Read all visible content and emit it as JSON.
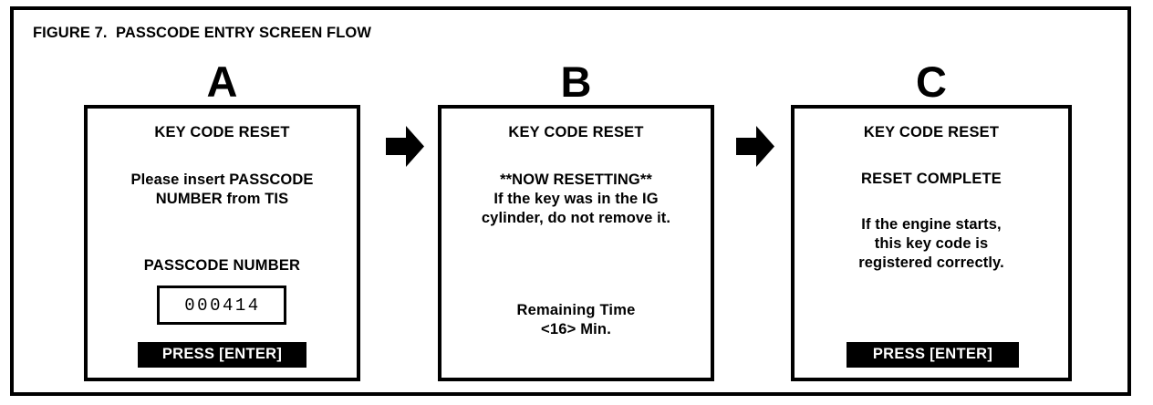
{
  "figure": {
    "title": "FIGURE 7.  PASSCODE ENTRY SCREEN FLOW"
  },
  "flow": {
    "arrow_ab_name": "arrow-right-icon",
    "arrow_bc_name": "arrow-right-icon"
  },
  "panels": [
    {
      "letter": "A",
      "screen_title": "KEY CODE RESET",
      "message": "Please insert PASSCODE\nNUMBER from TIS",
      "field_label": "PASSCODE NUMBER",
      "field_value": "000414",
      "button_label": "PRESS [ENTER]"
    },
    {
      "letter": "B",
      "screen_title": "KEY CODE RESET",
      "message": "**NOW RESETTING**\nIf the key was in the IG\ncylinder, do not remove it.",
      "status_label": "Remaining Time",
      "status_value": "<16> Min."
    },
    {
      "letter": "C",
      "screen_title": "KEY CODE RESET",
      "status": "RESET COMPLETE",
      "message": "If the engine starts,\nthis key code is\nregistered correctly.",
      "button_label": "PRESS [ENTER]"
    }
  ],
  "colors": {
    "ink": "#000000",
    "paper": "#ffffff"
  }
}
